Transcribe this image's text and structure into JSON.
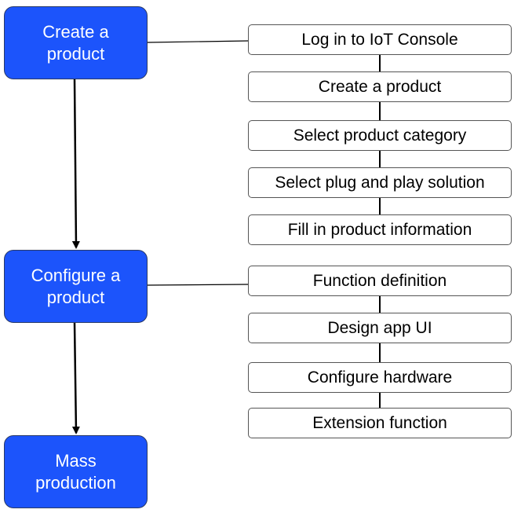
{
  "stages": [
    {
      "id": "create",
      "label": "Create a\nproduct"
    },
    {
      "id": "configure",
      "label": "Configure a\nproduct"
    },
    {
      "id": "mass",
      "label": "Mass\nproduction"
    }
  ],
  "create_steps": [
    "Log in to IoT Console",
    "Create a product",
    "Select product category",
    "Select plug and play solution",
    "Fill in product information"
  ],
  "configure_steps": [
    "Function definition",
    "Design app UI",
    "Configure hardware",
    "Extension function"
  ],
  "colors": {
    "stage_fill": "#1c54fb",
    "stage_text": "#ffffff",
    "step_fill": "#ffffff",
    "connector": "#000000"
  }
}
